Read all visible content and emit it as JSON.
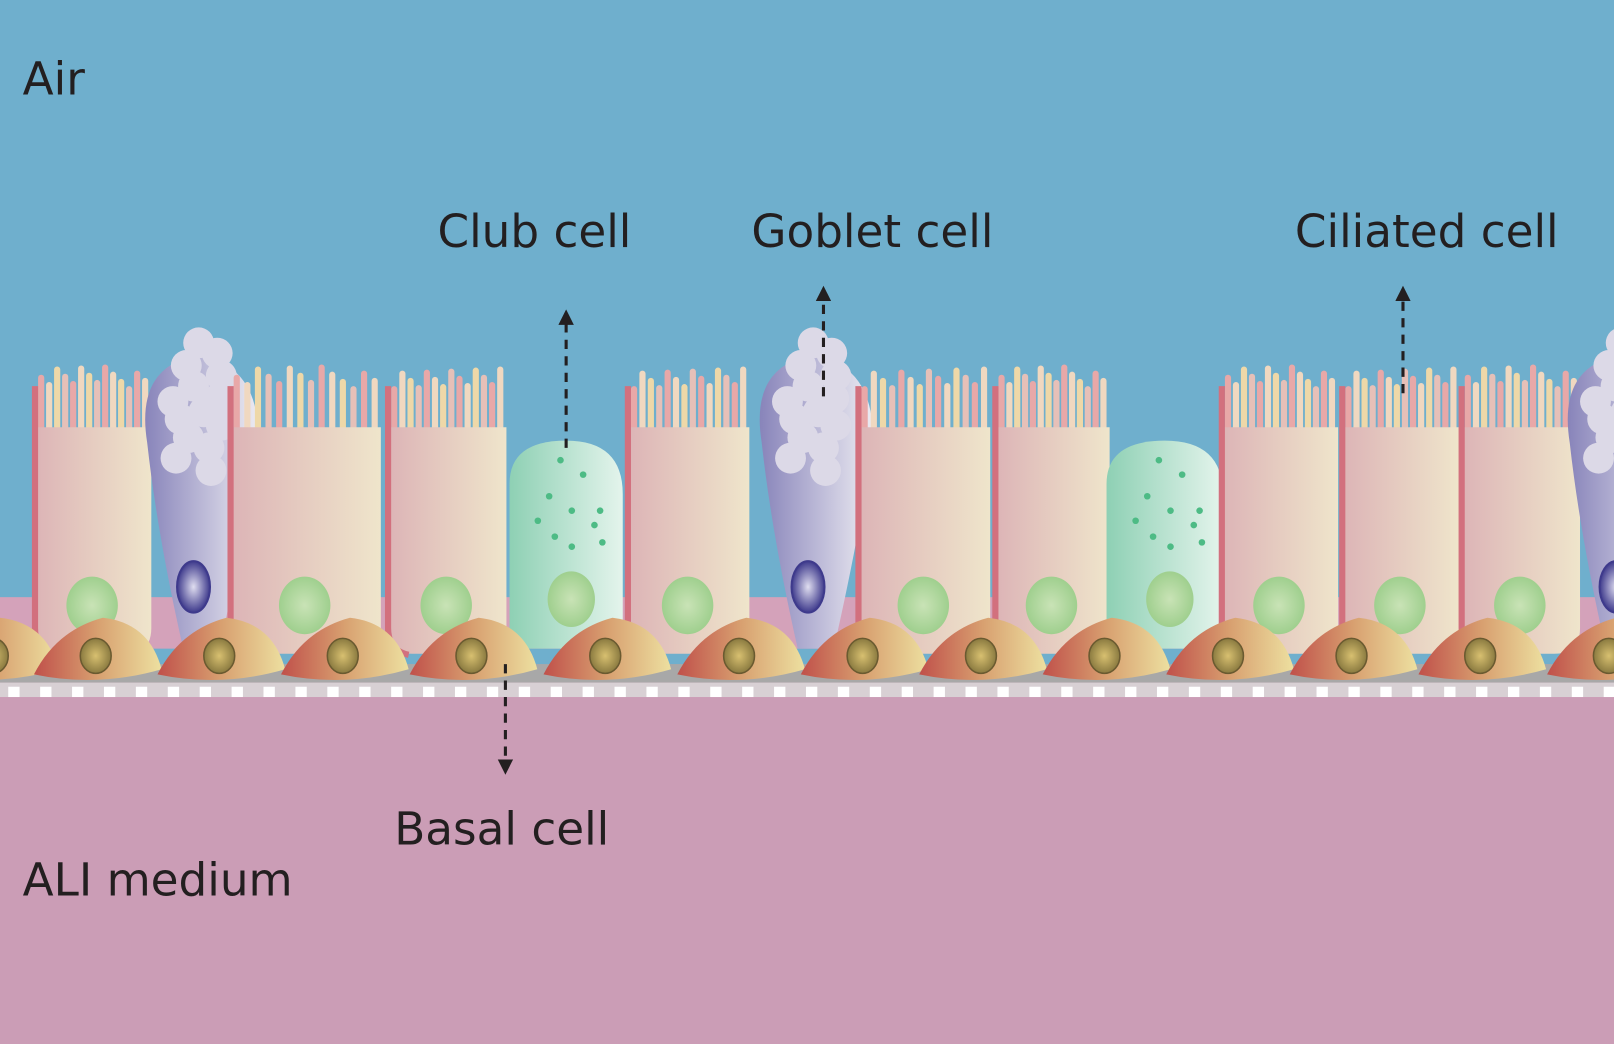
{
  "labels": {
    "air": "Air",
    "club_cell": "Club cell",
    "goblet_cell": "Goblet cell",
    "ciliated_cell": "Ciliated cell",
    "basal_cell": "Basal cell",
    "ali_medium": "ALI medium"
  },
  "colors": {
    "air": "#6FAFCD",
    "medium": "#CB9DB6",
    "ciliated": "#E8D8C6",
    "goblet": "#9C98C6",
    "club": "#A8DCC6",
    "basal": "#D89A6A",
    "text": "#231F20"
  }
}
